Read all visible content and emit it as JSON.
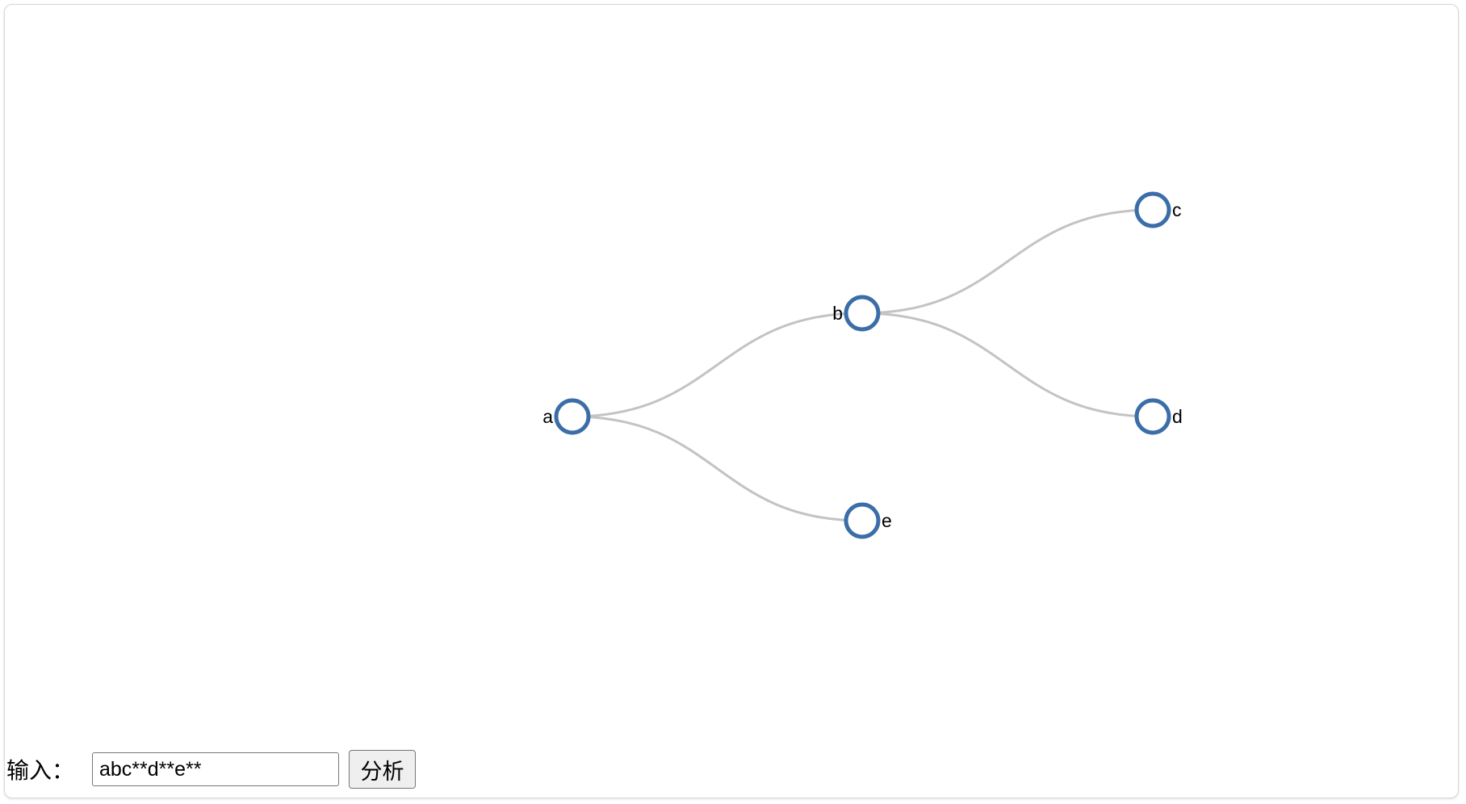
{
  "tree": {
    "nodes": [
      {
        "id": "a",
        "label": "a",
        "label_side": "left"
      },
      {
        "id": "b",
        "label": "b",
        "label_side": "left"
      },
      {
        "id": "c",
        "label": "c",
        "label_side": "right"
      },
      {
        "id": "d",
        "label": "d",
        "label_side": "right"
      },
      {
        "id": "e",
        "label": "e",
        "label_side": "right"
      }
    ],
    "edges": [
      {
        "from": "a",
        "to": "b"
      },
      {
        "from": "b",
        "to": "c"
      },
      {
        "from": "b",
        "to": "d"
      },
      {
        "from": "a",
        "to": "e"
      }
    ],
    "colors": {
      "node_stroke": "#3b6ea8",
      "node_fill": "#ffffff",
      "link": "#c3c3c3"
    }
  },
  "form": {
    "label": "输入：",
    "input_value": "abc**d**e**",
    "button_label": "分析"
  }
}
